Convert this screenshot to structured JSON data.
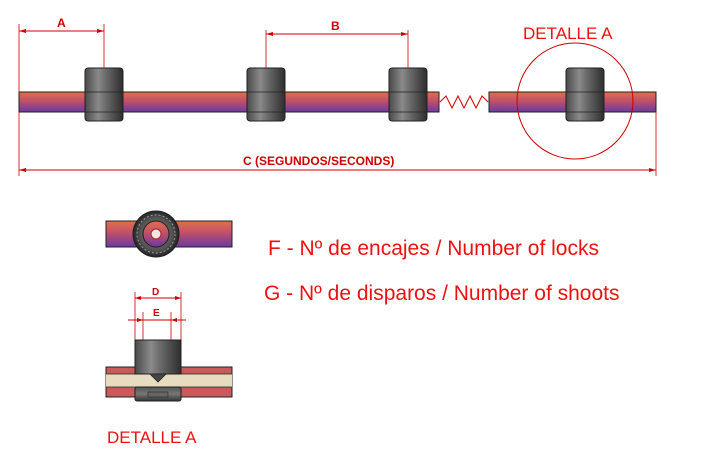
{
  "dimensions": {
    "a": "A",
    "b": "B",
    "c": "C (SEGUNDOS/SECONDS)",
    "d": "D",
    "e": "E"
  },
  "detail_labels": {
    "top": "DETALLE A",
    "bottom": "DETALLE A"
  },
  "legend": {
    "f": "F - Nº de encajes / Number of locks",
    "g": "G - Nº de disparos / Number of shoots"
  },
  "colors": {
    "annotation": "#ee1111",
    "rod_top": "#e0704a",
    "rod_bottom": "#6a3aa0",
    "lock_dark": "#3a3a3a",
    "lock_light": "#9a9a9a",
    "insert": "#e8dcc0"
  }
}
